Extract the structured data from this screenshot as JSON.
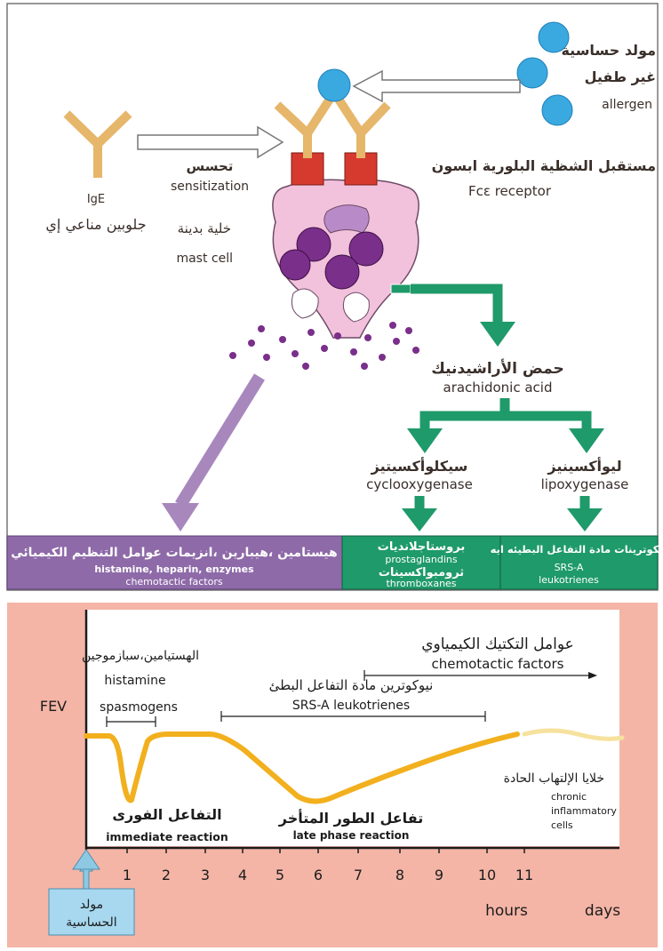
{
  "top_panel": {
    "allergen": {
      "ar": "مولد حساسية",
      "ar2": "غير طفيل",
      "en": "allergen"
    },
    "ige": {
      "en": "IgE",
      "ar": "جلوبين مناعي إي"
    },
    "sensitization": {
      "ar": "تحسس",
      "en": "sensitization"
    },
    "receptor": {
      "ar": "مستقبل الشظية البلورية ابسون",
      "en": "Fcε receptor"
    },
    "mast_cell": {
      "ar": "خلية بدينة",
      "en": "mast cell"
    },
    "arachidonic": {
      "ar": "حمض الأراشيدنيك",
      "en": "arachidonic acid"
    },
    "cyclooxygenase": {
      "ar": "سيكلوأكسيتيز",
      "en": "cyclooxygenase"
    },
    "lipoxygenase": {
      "ar": "ليوأكسينيز",
      "en": "lipoxygenase"
    }
  },
  "mediator_boxes": {
    "histamine": {
      "ar": "هيستامين ،هيبارين ،انزيمات عوامل التنظيم الكيميائي",
      "en1": "histamine, heparin, enzymes",
      "en2": "chemotactic factors",
      "color": "#8e6aa8"
    },
    "prostaglandins": {
      "ar1": "بروستاجلانديات",
      "en1": "prostaglandins",
      "ar2": "ثرومبواكسينات",
      "en2": "thromboxanes",
      "color": "#1f9a6a"
    },
    "srsa": {
      "ar": "ليكوترينات مادة التفاعل البطيئه ايه",
      "en1": "SRS-A",
      "en2": "leukotrienes",
      "color": "#1f9a6a"
    }
  },
  "chart": {
    "y_label": "FEV",
    "hours_label": "hours",
    "days_label": "days",
    "ticks": [
      "1",
      "2",
      "3",
      "4",
      "5",
      "6",
      "7",
      "8",
      "9",
      "10",
      "11"
    ],
    "chemotactic": {
      "ar": "عوامل التكتيك الكيمياوي",
      "en": "chemotactic factors"
    },
    "histamine_span": {
      "ar": "الهستيامين،سبازموجين",
      "en1": "histamine",
      "en2": "spasmogens"
    },
    "srsa_span": {
      "ar": "نيوكوترين مادة التفاعل البطئ",
      "en": "SRS-A leukotrienes"
    },
    "immediate": {
      "ar": "التفاعل الفورى",
      "en": "immediate reaction"
    },
    "late": {
      "ar": "تفاعل الطور المتأخر",
      "en": "late phase reaction"
    },
    "chronic": {
      "ar": "خلايا الإلتهاب الحادة",
      "en1": "chronic",
      "en2": "inflammatory",
      "en3": "cells"
    },
    "allergen_box": {
      "ar1": "مولد",
      "ar2": "الحساسية"
    },
    "colors": {
      "background": "#f4b5a6",
      "curve": "#f2b01e",
      "arrow": "#8ec9e4"
    }
  }
}
